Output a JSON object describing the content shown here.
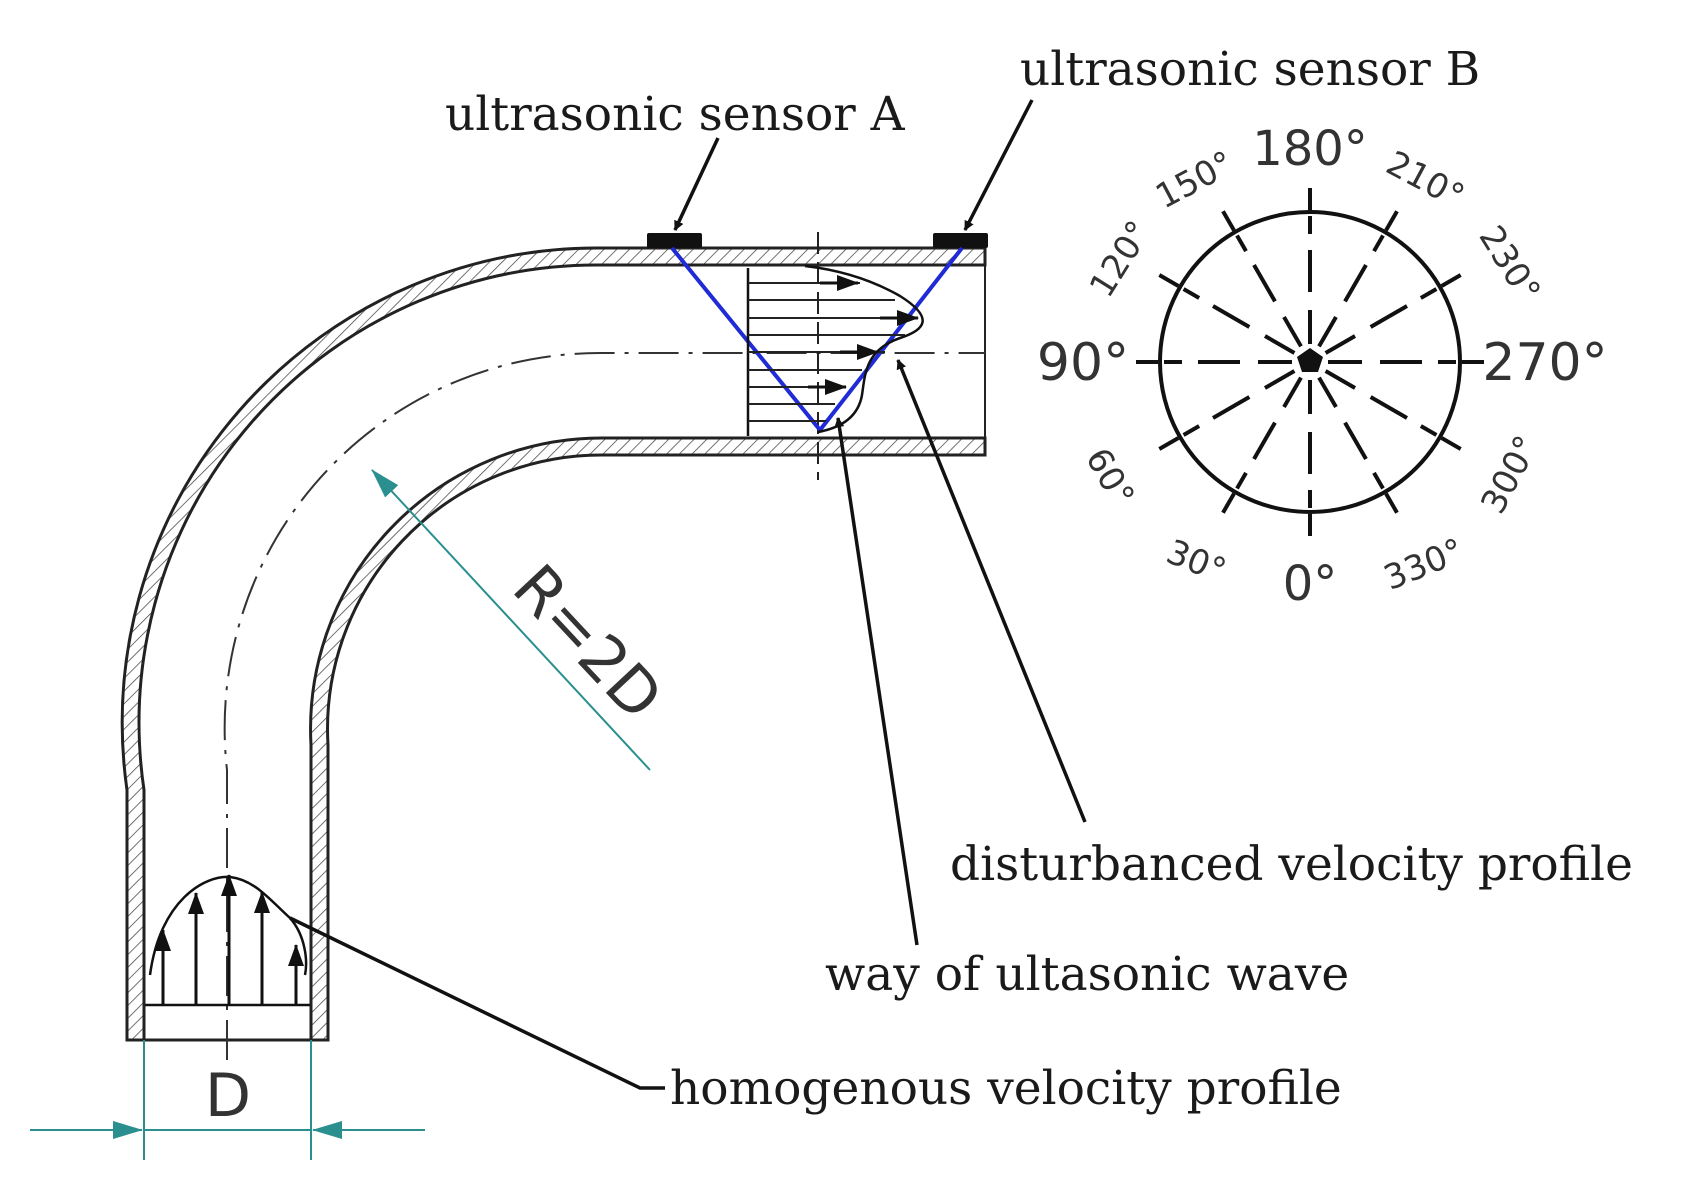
{
  "labels": {
    "sensor_a": "ultrasonic sensor A",
    "sensor_b": "ultrasonic sensor B",
    "disturbed_profile": "disturbanced velocity profile",
    "wave_path": "way of ultasonic wave",
    "homogeneous_profile": "homogenous velocity profile",
    "radius": "R=2D",
    "diameter": "D"
  },
  "angle_scale": {
    "labels": [
      "0°",
      "30°",
      "60°",
      "90°",
      "120°",
      "150°",
      "180°",
      "210°",
      "230°",
      "270°",
      "300°",
      "330°"
    ]
  },
  "colors": {
    "wave_path": "#1f2bd6",
    "dimension": "#2b8f8f",
    "line": "#111111"
  }
}
